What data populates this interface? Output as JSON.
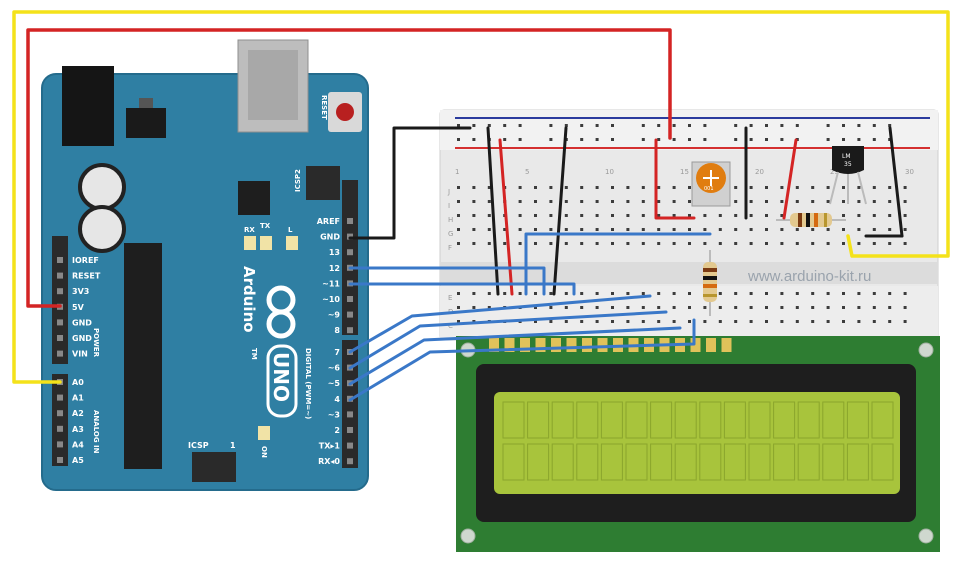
{
  "arduino": {
    "brand": "Arduino",
    "model": "UNO",
    "tm": "TM",
    "reset_label": "RESET",
    "icsp2_label": "ICSP2",
    "icsp_label": "ICSP",
    "icsp_num": "1",
    "on_label": "ON",
    "tx_label": "TX",
    "rx_label": "RX",
    "l_label": "L",
    "digital_label": "DIGITAL (PWM=~)",
    "power_label": "POWER",
    "analog_label": "ANALOG IN",
    "header_top": [
      "AREF",
      "GND",
      "13",
      "12",
      "~11",
      "~10",
      "~9",
      "8"
    ],
    "header_bottom": [
      "7",
      "~6",
      "~5",
      "4",
      "~3",
      "2",
      "TX▸1",
      "RX◂0"
    ],
    "power_pins": [
      "IOREF",
      "RESET",
      "3V3",
      "5V",
      "GND",
      "GND",
      "VIN"
    ],
    "analog_pins": [
      "A0",
      "A1",
      "A2",
      "A3",
      "A4",
      "A5"
    ]
  },
  "breadboard": {
    "col_numbers": [
      "1",
      "5",
      "10",
      "15",
      "20",
      "25",
      "30"
    ],
    "row_letters_top": [
      "J",
      "I",
      "H",
      "G",
      "F"
    ],
    "row_letters_bottom": [
      "E",
      "D",
      "C"
    ]
  },
  "sensor": {
    "label_line1": "LM",
    "label_line2": "35"
  },
  "potentiometer": {
    "label": "001"
  },
  "watermark": "www.arduino-kit.ru",
  "colors": {
    "board": "#2f7fa3",
    "wire_red": "#d42424",
    "wire_black": "#1a1a1a",
    "wire_yellow": "#f4e21a",
    "wire_blue": "#3a78c8",
    "lcd_pcb": "#2e7d32",
    "lcd_screen": "#a8c43c"
  }
}
